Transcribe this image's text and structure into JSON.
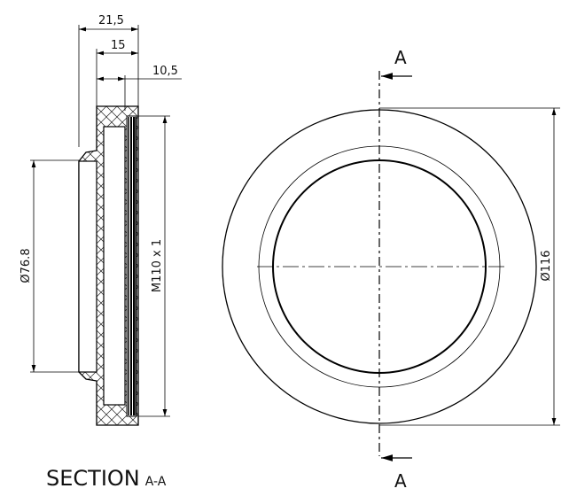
{
  "section_view": {
    "dims": {
      "overall_width": "21,5",
      "body_width": "15",
      "thread_offset": "10,5",
      "bore_diameter": "Ø76.8",
      "thread": "M110 x 1"
    },
    "title": "SECTION",
    "title_suffix": "A-A"
  },
  "front_view": {
    "outer_diameter": "Ø116",
    "section_label_top": "A",
    "section_label_bottom": "A"
  }
}
